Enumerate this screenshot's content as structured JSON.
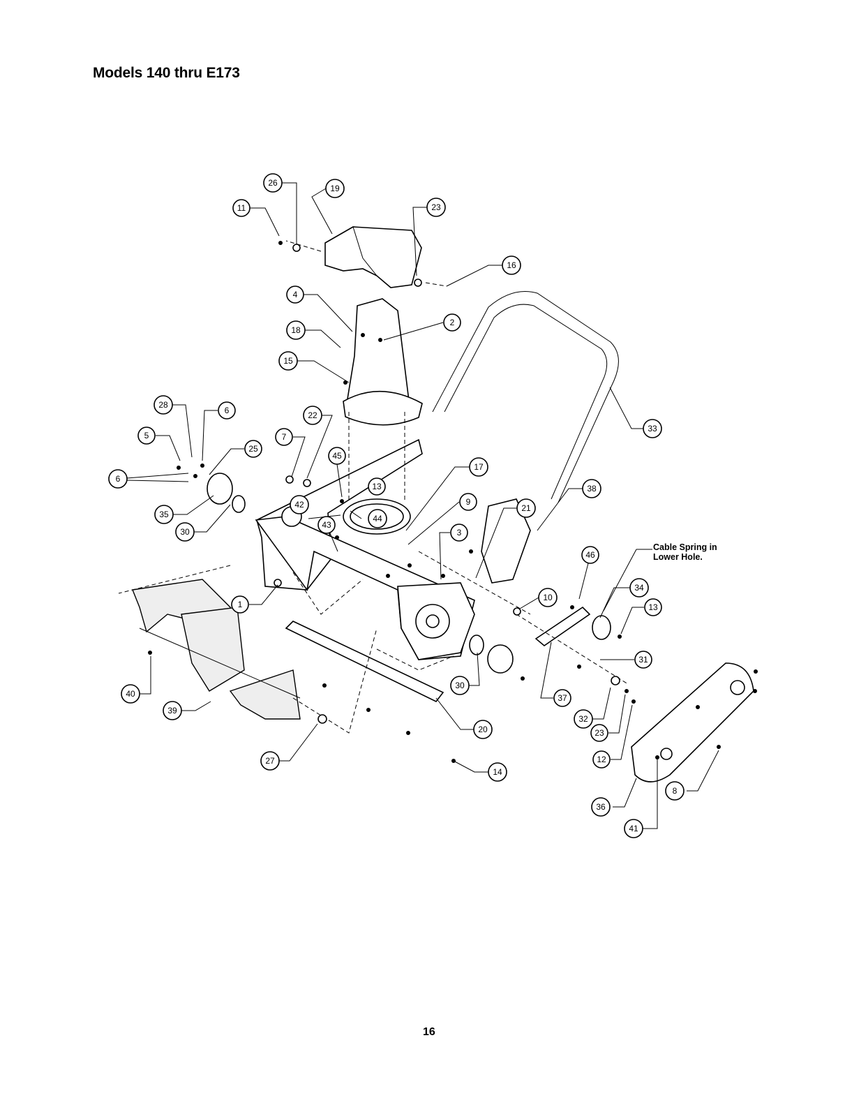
{
  "title": "Models 140 thru E173",
  "note_line1": "Cable Spring in",
  "note_line2": "Lower Hole.",
  "page_number": "16",
  "callouts": [
    "26",
    "19",
    "11",
    "23",
    "16",
    "4",
    "2",
    "18",
    "15",
    "33",
    "28",
    "6",
    "5",
    "25",
    "22",
    "7",
    "45",
    "17",
    "6",
    "13",
    "9",
    "42",
    "44",
    "21",
    "38",
    "35",
    "43",
    "3",
    "30",
    "46",
    "34",
    "1",
    "10",
    "13",
    "31",
    "40",
    "39",
    "30",
    "37",
    "20",
    "27",
    "32",
    "23",
    "12",
    "14",
    "8",
    "36",
    "41"
  ]
}
